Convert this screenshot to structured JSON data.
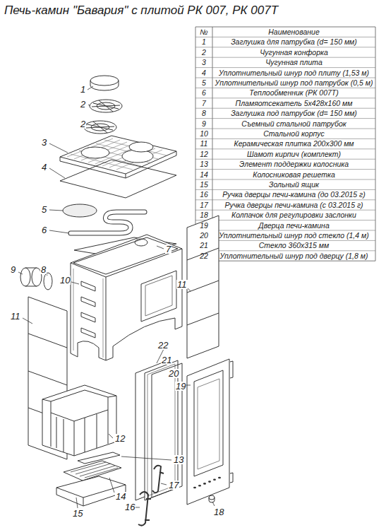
{
  "diagram": {
    "title": "Печь-камин \"Бавария\" с плитой РК 007, РК 007Т",
    "labels": [
      "№",
      "Наименование",
      "1",
      "Заглушка для патрубка (d= 150 мм)",
      "2",
      "Чугунная конфорка",
      "3",
      "Чугунная плита",
      "4",
      "Уплотнительный шнур под плиту (1,53 м)",
      "5",
      "Уплотнительный шнур под патрубок (0,5 м)",
      "6",
      "Теплообменник (РК 007Т)",
      "7",
      "Пламяотсекатель 5х428х160 мм",
      "8",
      "Заглушка под патрубок (d= 150 мм)",
      "9",
      "Съемный стальной патрубок",
      "10",
      "Стальной корпус",
      "11",
      "Керамическая плитка 200х300 мм",
      "12",
      "Шамот кирпич (комплект)",
      "13",
      "Элемент поддержки колосника",
      "14",
      "Колосниковая решетка",
      "15",
      "Зольный ящик",
      "16",
      "Ручка дверцы печи-камина (до 03.2015 г)",
      "17",
      "Ручка дверцы печи-камина (с 03.2015 г)",
      "18",
      "Колпачок для регулировки заслонки",
      "19",
      "Дверца печи-камина",
      "20",
      "Уплотнительный шнур под стекло (1,4 м)",
      "21",
      "Стекло 360х315 мм",
      "22",
      "Уплотнительный шнур под дверцу (1,8 м)",
      "1",
      "2",
      "2",
      "3",
      "4",
      "5",
      "6",
      "7",
      "9",
      "8",
      "11",
      "10",
      "11",
      "22",
      "21",
      "20",
      "19",
      "18",
      "12",
      "13",
      "17",
      "14",
      "16",
      "15"
    ]
  }
}
